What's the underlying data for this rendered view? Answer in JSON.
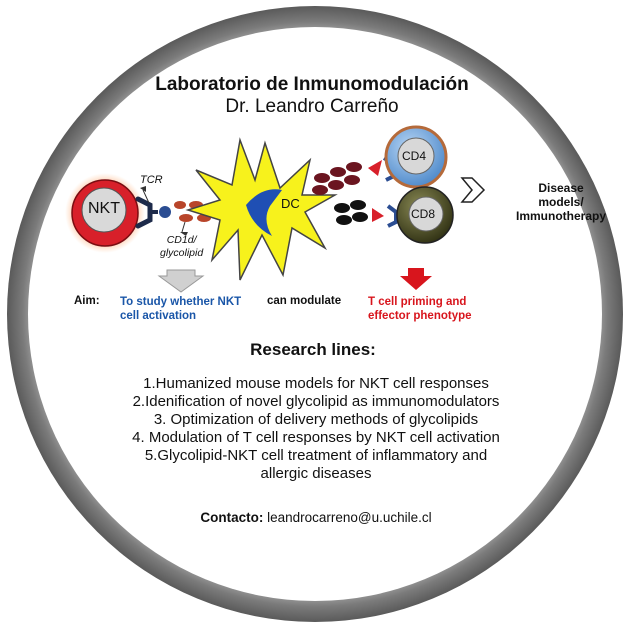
{
  "header": {
    "lab_name": "Laboratorio de Inmunomodulación",
    "head": "Dr. Leandro Carreño"
  },
  "diagram": {
    "cells": {
      "nkt": "NKT",
      "dc": "DC",
      "cd4": "CD4",
      "cd8": "CD8"
    },
    "labels": {
      "tcr": "TCR",
      "cd1d_line1": "CD1d/",
      "cd1d_line2": "glycolipid",
      "outcome_line1": "Disease",
      "outcome_line2": "models/",
      "outcome_line3": "Immunotherapy"
    },
    "colors": {
      "nkt_fill": "#d8202a",
      "dc_fill": "#f7f21c",
      "dc_nucleus": "#1f4fb4",
      "cd4_fill": "#5b9bd9",
      "cd8_fill": "#3e3f1c",
      "blue_text": "#1a56a8",
      "red_text": "#d8151d"
    }
  },
  "aim": {
    "label": "Aim:",
    "blue_line1": "To study whether NKT",
    "blue_line2": "cell activation",
    "middle": "can modulate",
    "red_line1": "T cell priming and",
    "red_line2": "effector phenotype"
  },
  "research": {
    "title": "Research lines:",
    "lines": [
      "1.Humanized mouse models for NKT cell responses",
      "2.Idenification of novel glycolipid as immunomodulators",
      "3. Optimization of delivery methods of glycolipids",
      "4. Modulation of T cell responses by NKT cell activation",
      "5.Glycolipid-NKT cell treatment of inflammatory and",
      "allergic diseases"
    ]
  },
  "contact": {
    "label": "Contacto:",
    "email": "leandrocarreno@u.uchile.cl"
  }
}
